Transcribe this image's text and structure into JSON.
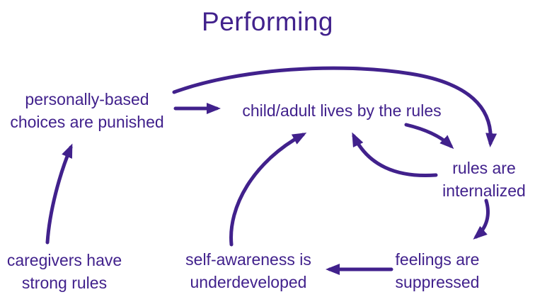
{
  "title": "Performing",
  "colors": {
    "ink": "#41218c",
    "background": "#ffffff"
  },
  "nodes": {
    "choices": {
      "line1": "personally-based",
      "line2": "choices are punished"
    },
    "lives": {
      "line1": "child/adult lives by the rules"
    },
    "rules": {
      "line1": "rules are",
      "line2": "internalized"
    },
    "caregivers": {
      "line1": "caregivers have",
      "line2": "strong rules"
    },
    "selfawareness": {
      "line1": "self-awareness is",
      "line2": "underdeveloped"
    },
    "feelings": {
      "line1": "feelings are",
      "line2": "suppressed"
    }
  },
  "edges": [
    {
      "from": "personally-based choices are punished",
      "to": "child/adult lives by the rules"
    },
    {
      "from": "personally-based choices are punished",
      "to": "rules are internalized"
    },
    {
      "from": "child/adult lives by the rules",
      "to": "rules are internalized"
    },
    {
      "from": "rules are internalized",
      "to": "child/adult lives by the rules"
    },
    {
      "from": "rules are internalized",
      "to": "feelings are suppressed"
    },
    {
      "from": "feelings are suppressed",
      "to": "self-awareness is underdeveloped"
    },
    {
      "from": "self-awareness is underdeveloped",
      "to": "child/adult lives by the rules"
    },
    {
      "from": "caregivers have strong rules",
      "to": "personally-based choices are punished"
    }
  ]
}
